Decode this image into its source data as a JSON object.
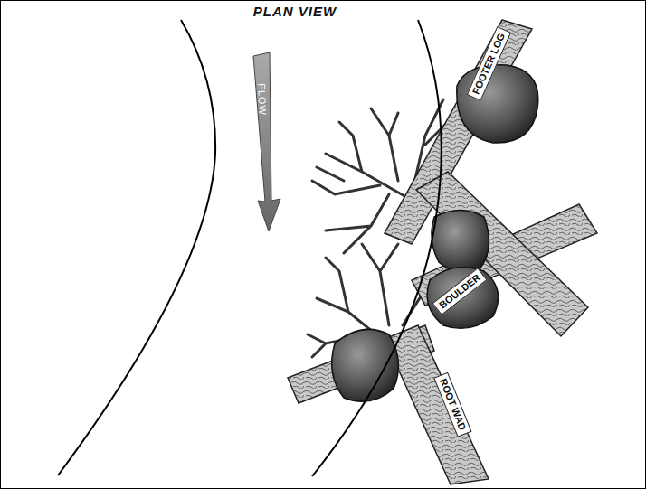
{
  "diagram": {
    "title": "PLAN VIEW",
    "labels": [
      "FLOW",
      "FOOTER LOG",
      "BOULDER",
      "ROOT WAD"
    ]
  }
}
